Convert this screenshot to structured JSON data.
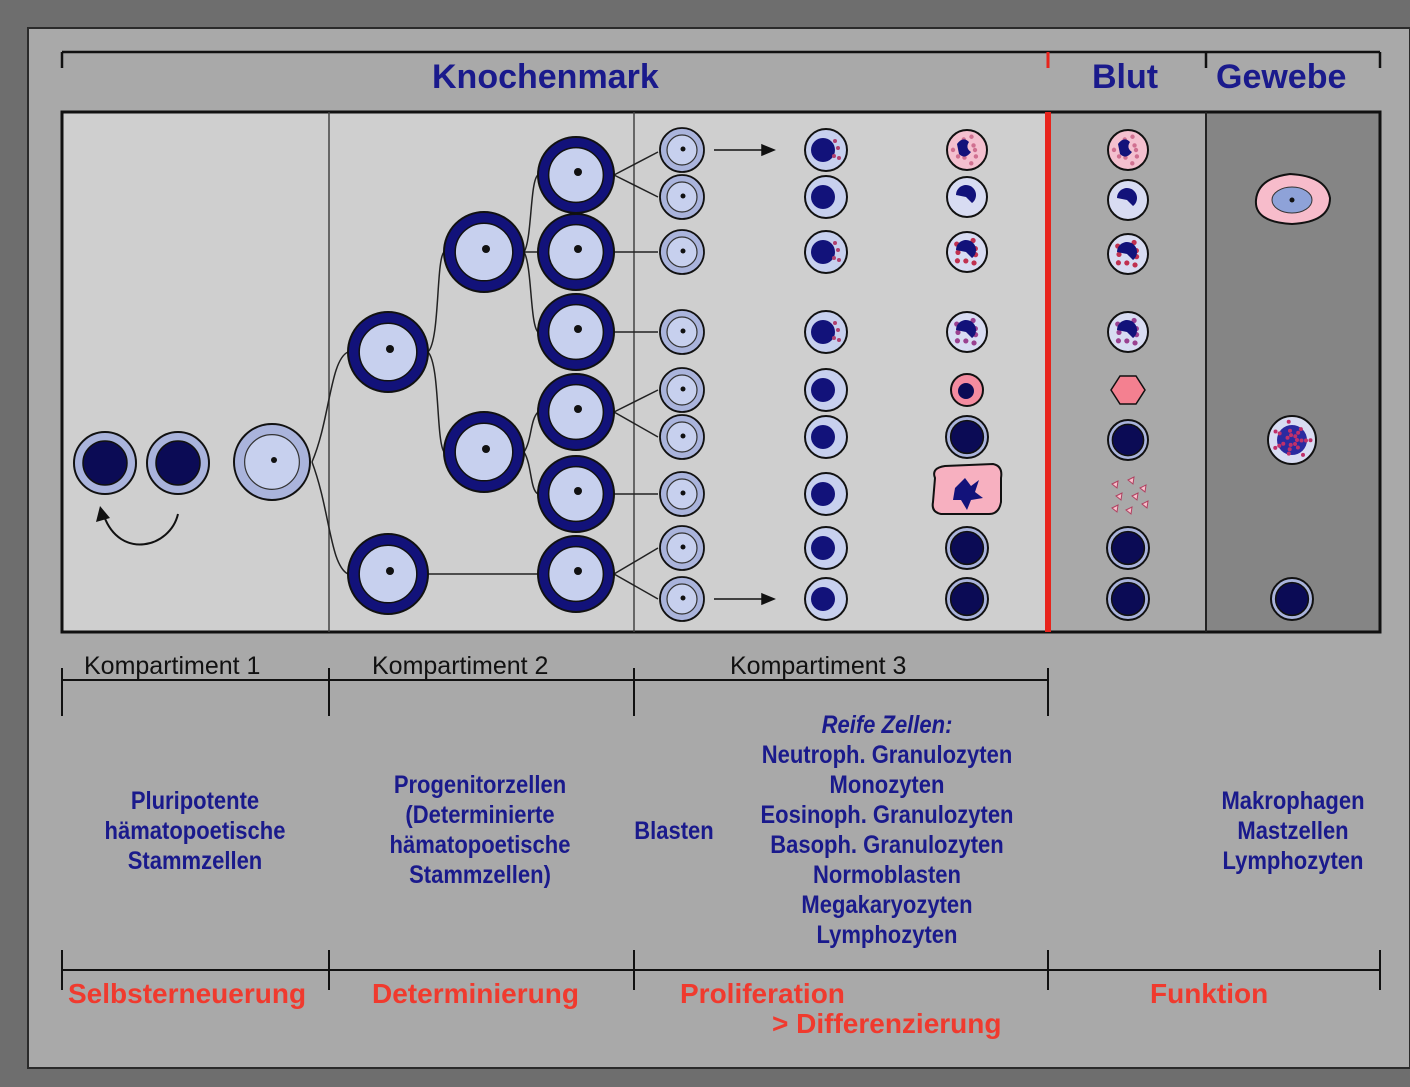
{
  "headers": {
    "knochenmark": "Knochenmark",
    "blut": "Blut",
    "gewebe": "Gewebe"
  },
  "compartments": [
    "Kompartiment 1",
    "Kompartiment 2",
    "Kompartiment 3"
  ],
  "descriptions": {
    "stem_cells": [
      "Pluripotente",
      "hämatopoetische",
      "Stammzellen"
    ],
    "progenitors": [
      "Progenitorzellen",
      "(Determinierte",
      "hämatopoetische",
      "Stammzellen)"
    ],
    "blasts": "Blasten",
    "mature_title": "Reife Zellen:",
    "mature_cells": [
      "Neutroph. Granulozyten",
      "Monozyten",
      "Eosinoph. Granulozyten",
      "Basoph. Granulozyten",
      "Normoblasten",
      "Megakaryozyten",
      "Lymphozyten"
    ],
    "tissue_cells": [
      "Makrophagen",
      "Mastzellen",
      "Lymphozyten"
    ]
  },
  "functions": {
    "self_renewal": "Selbsterneuerung",
    "determination": "Determinierung",
    "proliferation": "Proliferation",
    "differentiation": "> Differenzierung",
    "function": "Funktion"
  },
  "colors": {
    "background": "#a9a9a9",
    "marrow_panel": "#cfcfcf",
    "blood_panel": "#a9a9a9",
    "tissue_panel": "#858585",
    "title_blue": "#1a1a8c",
    "accent_red": "#f03a2e",
    "cell_dark": "#12127a",
    "cell_light": "#aab4dc",
    "pink": "#f7b8c8"
  }
}
